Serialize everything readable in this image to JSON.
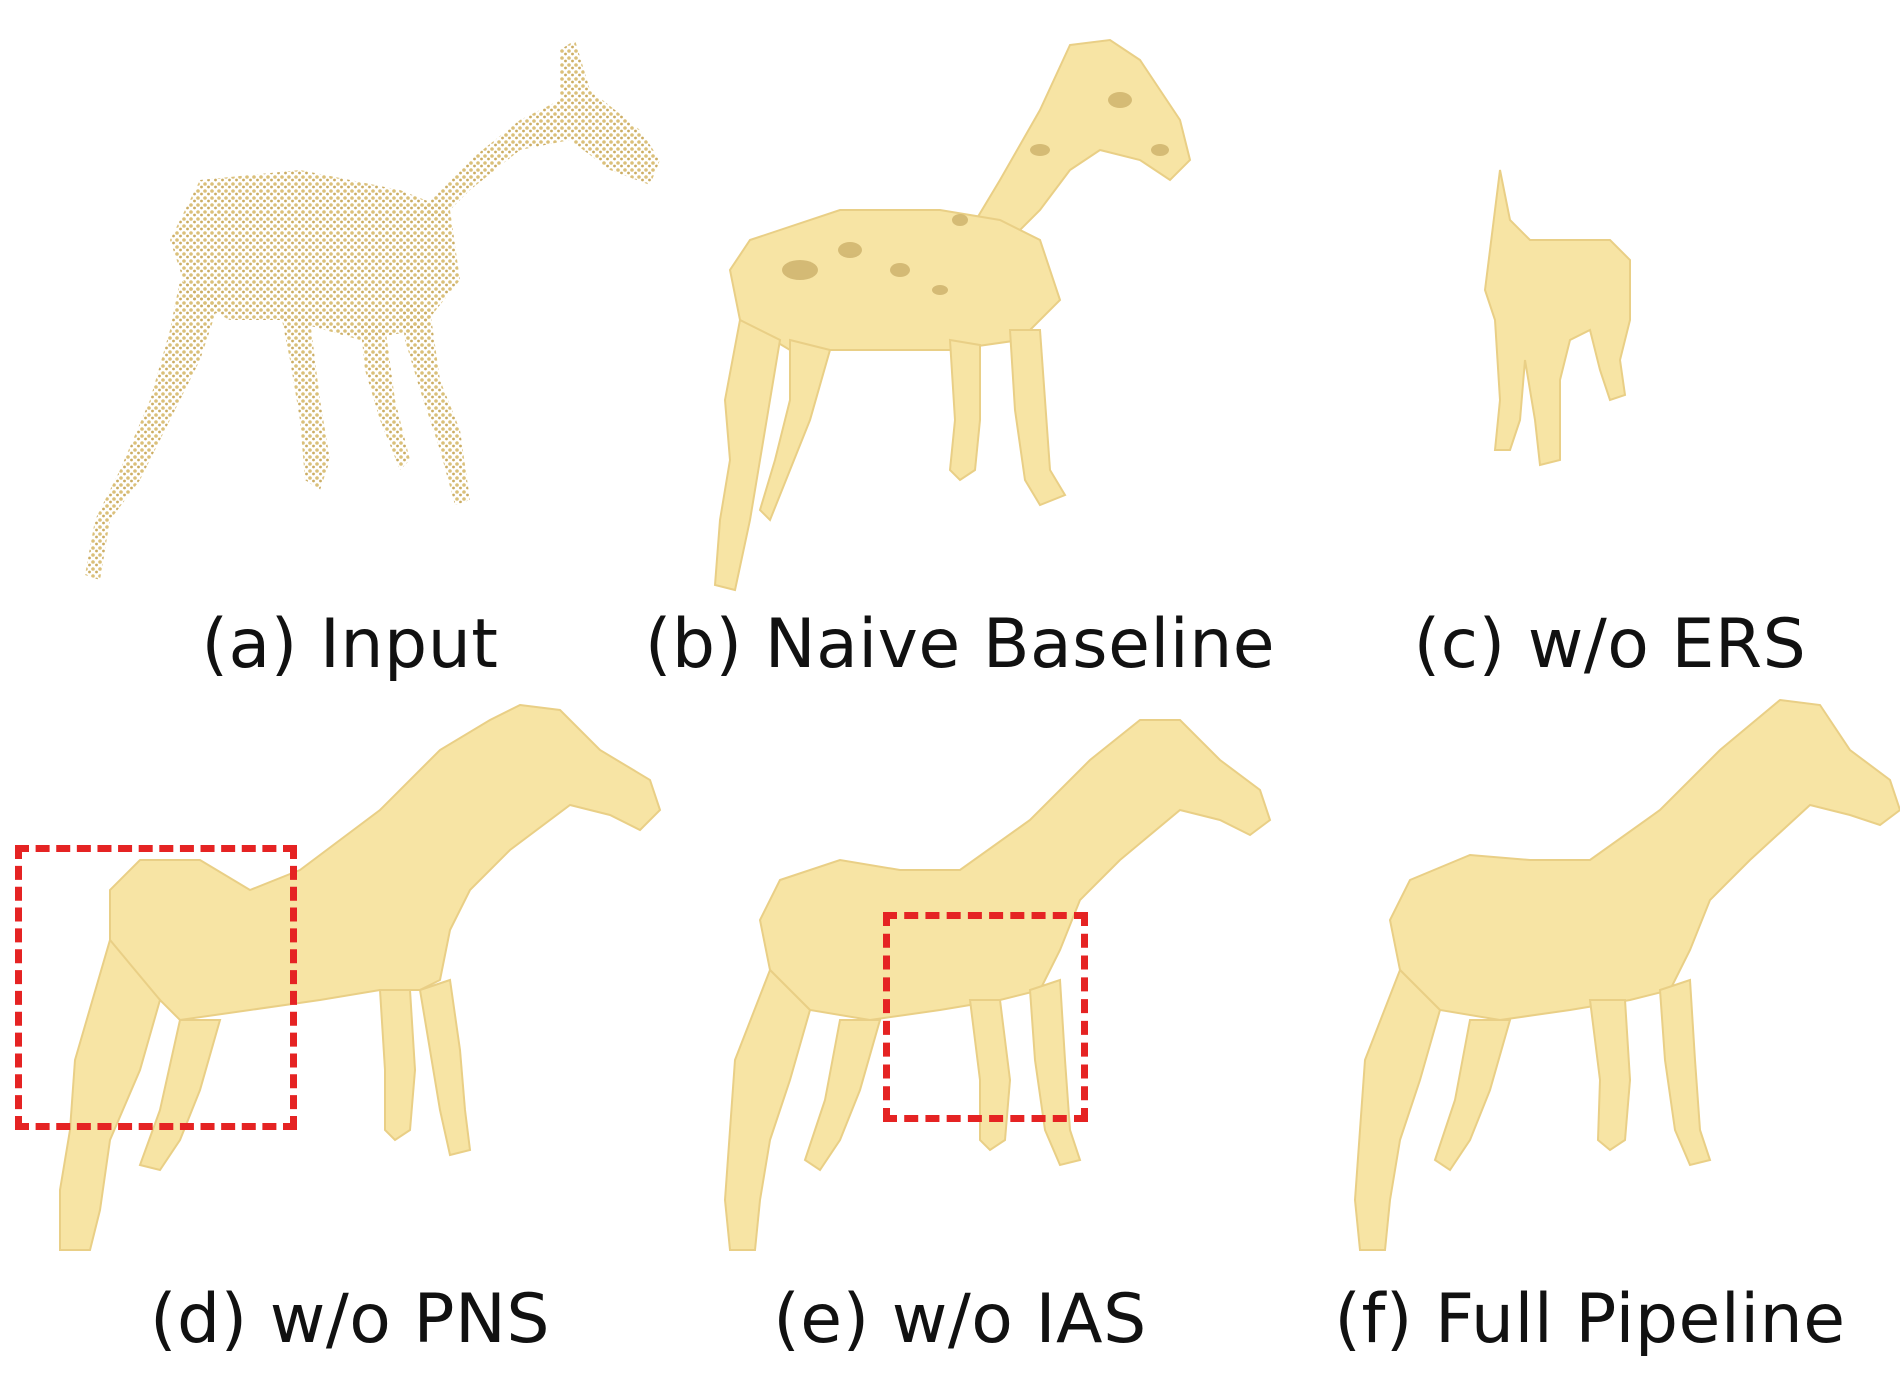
{
  "figure": {
    "panels": [
      {
        "id": "a",
        "caption": "(a) Input"
      },
      {
        "id": "b",
        "caption": "(b) Naive Baseline"
      },
      {
        "id": "c",
        "caption": "(c) w/o ERS"
      },
      {
        "id": "d",
        "caption": "(d) w/o PNS"
      },
      {
        "id": "e",
        "caption": "(e) w/o IAS"
      },
      {
        "id": "f",
        "caption": "(f) Full Pipeline"
      }
    ]
  },
  "colors": {
    "mesh": "#f7e4a4",
    "mesh_shadow": "#e9cf86",
    "points": "#d9bd73",
    "highlight": "#e52323",
    "text": "#111111"
  }
}
